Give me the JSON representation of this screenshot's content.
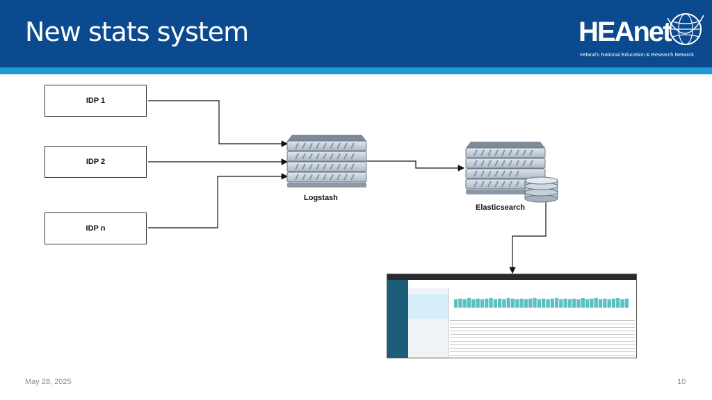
{
  "slide": {
    "title": "New stats system",
    "date": "May 28, 2025",
    "page_number": "10"
  },
  "logo": {
    "name": "HEAnet",
    "tagline": "Ireland's National Education & Research Network"
  },
  "diagram": {
    "sources": [
      "IDP 1",
      "IDP 2",
      "IDP n"
    ],
    "logstash_label": "Logstash",
    "elasticsearch_label": "Elasticsearch"
  },
  "colors": {
    "header": "#0b4a8f",
    "stripe": "#1e9ad6",
    "chart_bars": "#5cc0c2"
  }
}
